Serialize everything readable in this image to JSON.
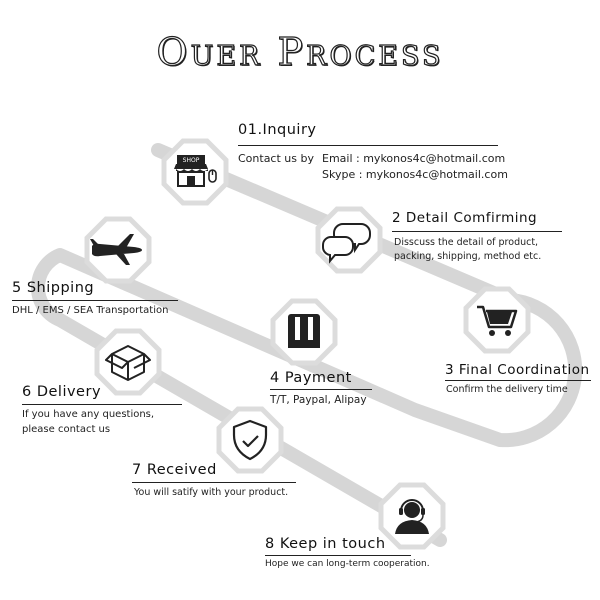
{
  "title": "Ouer Process",
  "steps": {
    "inquiry": {
      "title": "01.Inquiry",
      "contact_prefix": "Contact us by",
      "email": "Email : mykonos4c@hotmail.com",
      "skype": "Skype : mykonos4c@hotmail.com"
    },
    "detail": {
      "title": "2 Detail Comfirming",
      "line1": "Disscuss the detail of product,",
      "line2": "packing, shipping, method etc."
    },
    "final": {
      "title": "3 Final Coordination",
      "line1": "Confirm the delivery time"
    },
    "payment": {
      "title": "4 Payment",
      "line1": "T/T, Paypal, Alipay"
    },
    "shipping": {
      "title": "5 Shipping",
      "line1": "DHL / EMS / SEA Transportation"
    },
    "delivery": {
      "title": "6 Delivery",
      "line1": "If you have any questions,",
      "line2": "please contact us"
    },
    "received": {
      "title": "7 Received",
      "line1": "You will satify with your product."
    },
    "keep": {
      "title": "8 Keep in touch",
      "line1": "Hope we can long-term cooperation."
    }
  },
  "icons": {
    "shop_label": "SHOP"
  },
  "colors": {
    "path": "#d6d6d6",
    "badge_border": "#dcdcdc",
    "icon": "#222222"
  }
}
